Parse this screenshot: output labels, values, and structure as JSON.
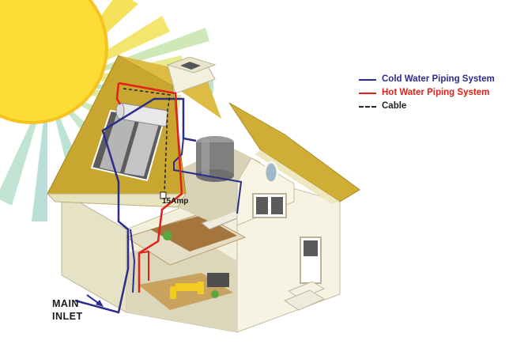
{
  "legend": {
    "items": [
      {
        "label": "Cold Water Piping System",
        "color": "#2c2c8c",
        "style": "solid"
      },
      {
        "label": "Hot Water Piping System",
        "color": "#e0201b",
        "style": "solid"
      },
      {
        "label": "Cable",
        "color": "#222222",
        "style": "dashed"
      }
    ]
  },
  "labels": {
    "main_inlet_line1": "MAIN",
    "main_inlet_line2": "INLET",
    "breaker_amp": "15Amp"
  },
  "colors": {
    "sun": "#fddd33",
    "sun_rays_inner": "#f9e24a",
    "sun_rays_outer": "#b8e0dc",
    "roof": "#c9a630",
    "wall": "#ece8cf",
    "cold_pipe": "#2c2c8c",
    "hot_pipe": "#e0201b",
    "cable": "#222222"
  }
}
